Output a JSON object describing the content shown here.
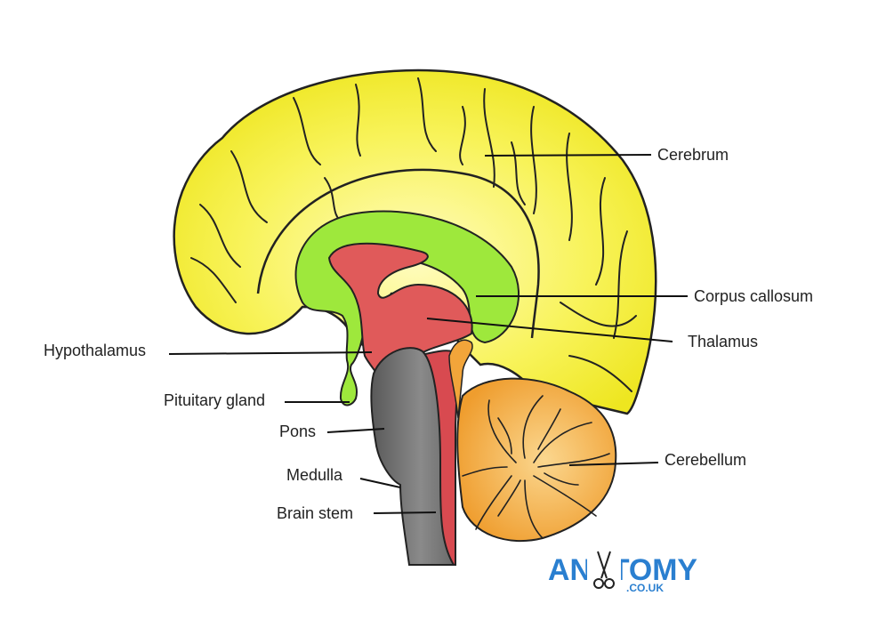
{
  "labels": {
    "cerebrum": "Cerebrum",
    "corpus_callosum": "Corpus callosum",
    "thalamus": "Thalamus",
    "hypothalamus": "Hypothalamus",
    "pituitary_gland": "Pituitary gland",
    "pons": "Pons",
    "medulla": "Medulla",
    "brain_stem": "Brain stem",
    "cerebellum": "Cerebellum"
  },
  "logo": {
    "word": "ANATOMY",
    "domain": ".CO.UK",
    "icon": "scissors-icon"
  },
  "colors": {
    "cerebrum": "#f5f03a",
    "corpus_callosum": "#9ee83c",
    "thalamus": "#e05a5a",
    "brain_stem": "#6e6e6e",
    "cerebellum": "#f2a53a",
    "logo": "#2a7fd0"
  }
}
